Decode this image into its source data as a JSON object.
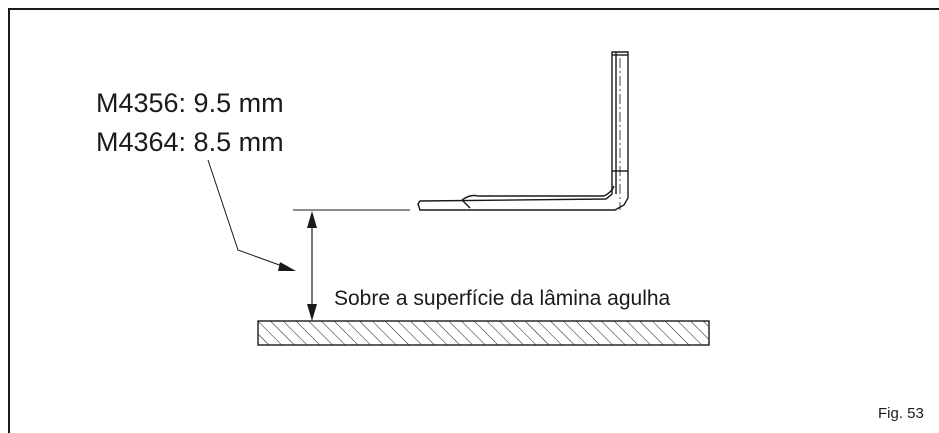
{
  "figure": {
    "spec_line_1": "M4356: 9.5 mm",
    "spec_line_2": "M4364: 8.5 mm",
    "surface_label": "Sobre a superfície da lâmina agulha",
    "fig_label": "Fig. 53"
  },
  "colors": {
    "ink": "#1a1a1a",
    "background": "#ffffff"
  }
}
